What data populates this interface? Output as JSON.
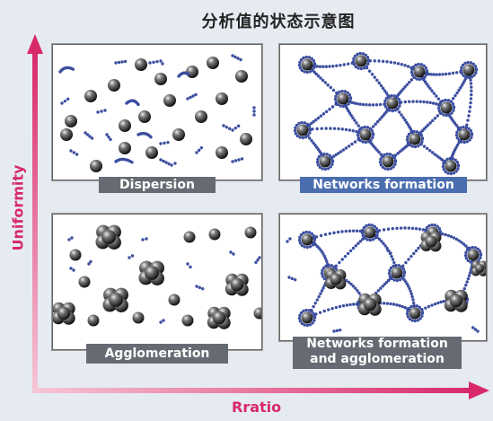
{
  "title": "分析值的状态示意图",
  "axes": {
    "y_label": "Uniformity",
    "x_label": "Rratio"
  },
  "panels": [
    {
      "label": "Dispersion"
    },
    {
      "label": "Networks formation"
    },
    {
      "label": "Agglomeration"
    },
    {
      "label_line1": "Networks formation",
      "label_line2": "and agglomeration"
    }
  ],
  "colors": {
    "accent": "#d8296a",
    "panel_label_gray": "#666b73",
    "panel_label_blue": "#4b6eb0",
    "chain": "#3d4fa0"
  }
}
